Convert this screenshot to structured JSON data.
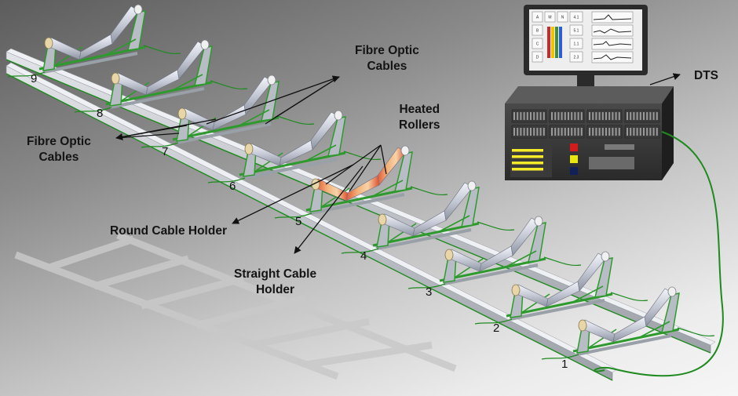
{
  "labels": {
    "fibre_optic_top_line1": "Fibre Optic",
    "fibre_optic_top_line2": "Cables",
    "fibre_optic_left_line1": "Fibre Optic",
    "fibre_optic_left_line2": "Cables",
    "heated_rollers_line1": "Heated",
    "heated_rollers_line2": "Rollers",
    "round_cable_holder": "Round Cable Holder",
    "straight_cable_holder_line1": "Straight Cable",
    "straight_cable_holder_line2": "Holder",
    "dts": "DTS"
  },
  "stations": [
    "1",
    "2",
    "3",
    "4",
    "5",
    "6",
    "7",
    "8",
    "9"
  ],
  "monitor": {
    "row_letters": [
      "A",
      "M",
      "N",
      "B",
      "C",
      "D"
    ],
    "values": [
      "4.1",
      "5.1",
      "1.1",
      "2.3"
    ]
  },
  "colors": {
    "frame_green": "#2e9a2e",
    "cable_green": "#1f8a1f",
    "roller": "#c9ccd6",
    "heated_roller": "#e8704a"
  }
}
